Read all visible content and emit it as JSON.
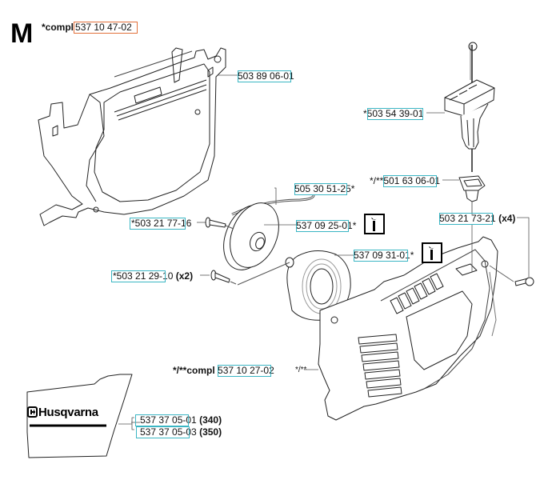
{
  "section": {
    "letter": "M",
    "compl_prefix": "*compl",
    "compl_part": "537 10 47-02"
  },
  "callouts": [
    {
      "prefix": "",
      "part": "503 89 06-01",
      "suffix": "",
      "qty": ""
    },
    {
      "prefix": "*",
      "part": "503 54 39-01",
      "suffix": "",
      "qty": ""
    },
    {
      "prefix": "*/**",
      "part": "501 63 06-01",
      "suffix": "",
      "qty": ""
    },
    {
      "prefix": "",
      "part": "505 30 51-25",
      "suffix": "*",
      "qty": ""
    },
    {
      "prefix": "*",
      "part": "503 21 77-16",
      "suffix": "",
      "qty": ""
    },
    {
      "prefix": "",
      "part": "537 09 25-01",
      "suffix": "*",
      "qty": ""
    },
    {
      "prefix": "",
      "part": "503 21 73-21",
      "suffix": "",
      "qty": "(x4)"
    },
    {
      "prefix": "",
      "part": "537 09 31-01",
      "suffix": "*",
      "qty": ""
    },
    {
      "prefix": "*",
      "part": "503 21 29-10",
      "suffix": "",
      "qty": "(x2)"
    },
    {
      "prefix": "*/**compl",
      "part": "537 10 27-02",
      "suffix": "",
      "qty": ""
    },
    {
      "prefix": "",
      "part": "537 37 05-01",
      "suffix": "",
      "qty": "(340)"
    },
    {
      "prefix": "",
      "part": "537 37 05-03",
      "suffix": "",
      "qty": "(350)"
    }
  ],
  "cover_note": "*/**",
  "decal": {
    "brand": "Husqvarna",
    "logo_icon": "husqvarna-crown-logo"
  },
  "tool_icons": [
    "wrench-icon",
    "wrench-icon"
  ],
  "colors": {
    "callout_border": "#3bb6c4",
    "compl_border": "#e2703a",
    "line": "#555555"
  }
}
